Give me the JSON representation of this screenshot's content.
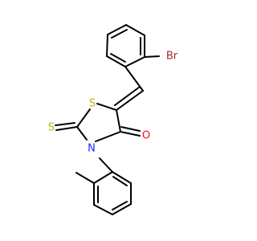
{
  "molecule": {
    "atoms": {
      "bromine": "Br",
      "ring_sulfur": "S",
      "thione_sulfur": "S",
      "nitrogen": "N",
      "oxygen": "O"
    },
    "colors": {
      "bond": "#000000",
      "bromine": "#a52a2a",
      "sulfur": "#b8b800",
      "nitrogen": "#1f1fff",
      "oxygen": "#ff0d0d"
    }
  }
}
